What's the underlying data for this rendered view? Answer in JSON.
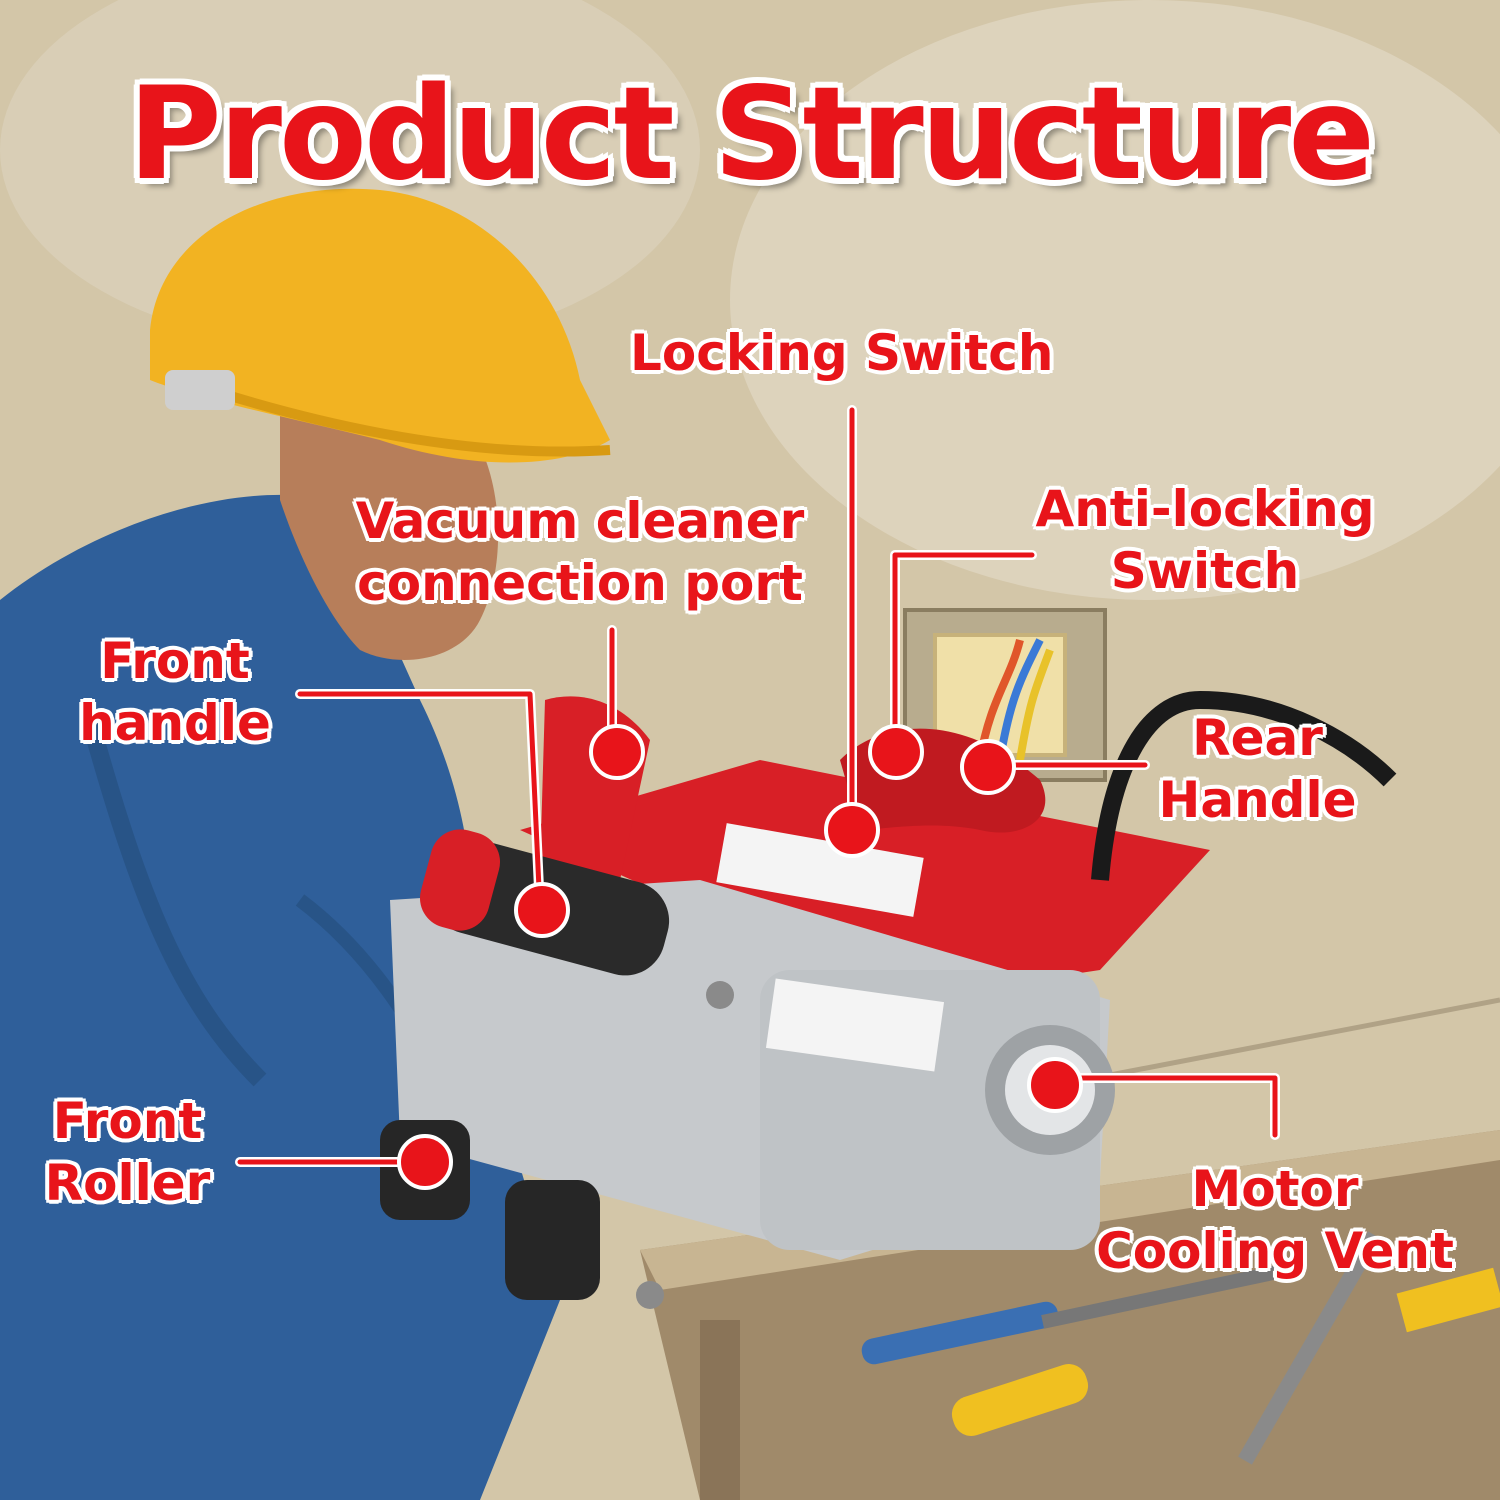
{
  "title": "Product Structure",
  "labels": {
    "locking_switch": "Locking Switch",
    "vacuum_port": [
      "Vacuum cleaner",
      "connection port"
    ],
    "anti_locking_switch": [
      "Anti-locking",
      "Switch"
    ],
    "front_handle": [
      "Front",
      "handle"
    ],
    "rear_handle": [
      "Rear",
      "Handle"
    ],
    "front_roller": [
      "Front",
      "Roller"
    ],
    "motor_cooling_vent": [
      "Motor",
      "Cooling Vent"
    ]
  },
  "colors": {
    "accent": "#e8141a",
    "outline": "#ffffff",
    "hard_hat": "#f2b322",
    "workwear": "#2f5f9a",
    "tool_body": "#c6c9cc",
    "tool_red": "#d81f26"
  }
}
